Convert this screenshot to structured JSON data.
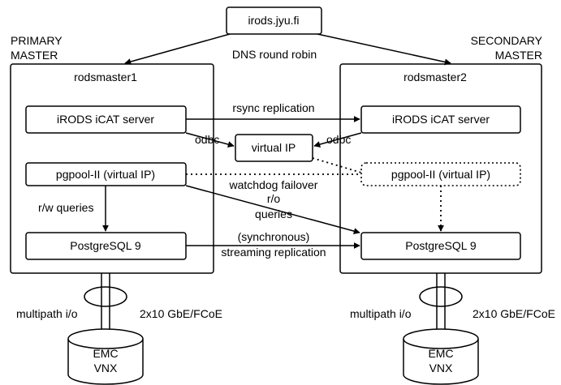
{
  "nodes": {
    "dns_host": "irods.jyu.fi",
    "primary_label_1": "PRIMARY",
    "primary_label_2": "MASTER",
    "secondary_label_1": "SECONDARY",
    "secondary_label_2": "MASTER",
    "dns_edge": "DNS round robin",
    "master1_title": "rodsmaster1",
    "master2_title": "rodsmaster2",
    "icat1": "iRODS iCAT server",
    "icat2": "iRODS iCAT server",
    "virtual_ip": "virtual IP",
    "pgpool1": "pgpool-II (virtual IP)",
    "pgpool2": "pgpool-II (virtual IP)",
    "postgres1": "PostgreSQL 9",
    "postgres2": "PostgreSQL 9",
    "storage1_line1": "EMC",
    "storage1_line2": "VNX",
    "storage2_line1": "EMC",
    "storage2_line2": "VNX"
  },
  "edges": {
    "rsync": "rsync replication",
    "odbc_left": "odbc",
    "odbc_right": "odbc",
    "watchdog": "watchdog failover",
    "ro_1": "r/o",
    "ro_2": "queries",
    "rw": "r/w queries",
    "stream_1": "(synchronous)",
    "stream_2": "streaming replication",
    "multipath_left": "multipath i/o",
    "link_left": "2x10 GbE/FCoE",
    "multipath_right": "multipath i/o",
    "link_right": "2x10 GbE/FCoE"
  },
  "colors": {
    "stroke": "#000000",
    "background": "#ffffff"
  }
}
